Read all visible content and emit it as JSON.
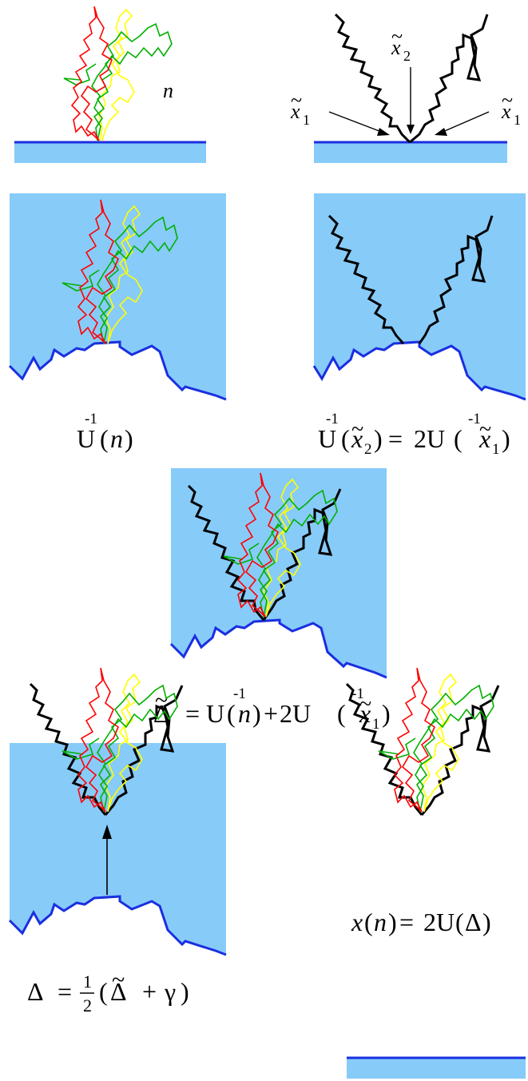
{
  "colors": {
    "region_fill": "#87cbf9",
    "boundary": "#1a2fe0",
    "path_black": "#000000",
    "walk_red": "#ff0000",
    "walk_green": "#00b000",
    "walk_yellow": "#ffff00"
  },
  "panels": {
    "p1": {
      "label_n": "n"
    },
    "p2": {
      "x1": "x",
      "x1_sub": "1",
      "x2": "x",
      "x2_sub": "2",
      "tilde": "~"
    },
    "p3": {
      "caption": {
        "U": "U",
        "sup": "-1",
        "arg": "n",
        "open": "(",
        "close": ")"
      }
    },
    "p4": {
      "caption": {
        "U": "U",
        "sup": "-1",
        "x": "x",
        "sub2": "2",
        "sub1": "1",
        "eq": "=",
        "two": "2",
        "open": "(",
        "close": ")"
      }
    },
    "p5": {
      "caption": {
        "delta": "Δ",
        "eq": "=",
        "U": "U",
        "sup": "-1",
        "n": "n",
        "plus": "+",
        "two": "2",
        "x": "x",
        "sub1": "1",
        "open": "(",
        "close": ")",
        "tilde": "~"
      }
    },
    "p6": {
      "caption": {
        "delta": "Δ",
        "eq": "=",
        "num": "1",
        "den": "2",
        "plus": "+",
        "gamma": "γ",
        "open": "(",
        "close": ")",
        "tilde": "~"
      }
    },
    "p7": {
      "caption": {
        "x": "x",
        "n": "n",
        "eq": "=",
        "two": "2",
        "U": "U",
        "delta": "Δ",
        "open": "(",
        "close": ")"
      }
    }
  }
}
